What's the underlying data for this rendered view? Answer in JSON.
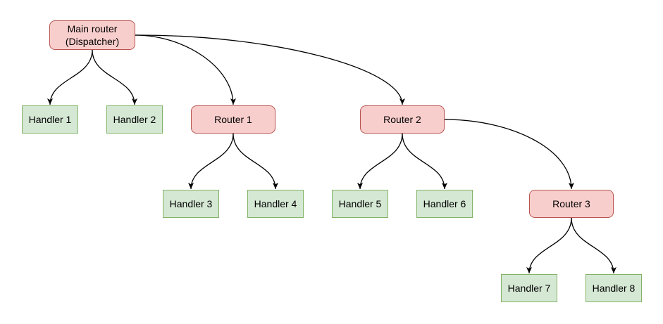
{
  "diagram": {
    "type": "tree",
    "background": "#ffffff",
    "colors": {
      "router_fill": "#f8cecc",
      "router_stroke": "#b85450",
      "handler_fill": "#d5e8d4",
      "handler_stroke": "#82b366",
      "edge_color": "#000000",
      "text_color": "#000000"
    },
    "nodes": [
      {
        "id": "main-router",
        "label": "Main router",
        "sublabel": "(Dispatcher)",
        "type": "router"
      },
      {
        "id": "handler-1",
        "label": "Handler 1",
        "type": "handler"
      },
      {
        "id": "handler-2",
        "label": "Handler 2",
        "type": "handler"
      },
      {
        "id": "router-1",
        "label": "Router 1",
        "type": "router"
      },
      {
        "id": "router-2",
        "label": "Router 2",
        "type": "router"
      },
      {
        "id": "handler-3",
        "label": "Handler 3",
        "type": "handler"
      },
      {
        "id": "handler-4",
        "label": "Handler 4",
        "type": "handler"
      },
      {
        "id": "handler-5",
        "label": "Handler 5",
        "type": "handler"
      },
      {
        "id": "handler-6",
        "label": "Handler 6",
        "type": "handler"
      },
      {
        "id": "router-3",
        "label": "Router 3",
        "type": "router"
      },
      {
        "id": "handler-7",
        "label": "Handler 7",
        "type": "handler"
      },
      {
        "id": "handler-8",
        "label": "Handler 8",
        "type": "handler"
      }
    ],
    "edges": [
      {
        "from": "main-router",
        "to": "handler-1"
      },
      {
        "from": "main-router",
        "to": "handler-2"
      },
      {
        "from": "main-router",
        "to": "router-1"
      },
      {
        "from": "main-router",
        "to": "router-2"
      },
      {
        "from": "router-1",
        "to": "handler-3"
      },
      {
        "from": "router-1",
        "to": "handler-4"
      },
      {
        "from": "router-2",
        "to": "handler-5"
      },
      {
        "from": "router-2",
        "to": "handler-6"
      },
      {
        "from": "router-2",
        "to": "router-3"
      },
      {
        "from": "router-3",
        "to": "handler-7"
      },
      {
        "from": "router-3",
        "to": "handler-8"
      }
    ]
  }
}
